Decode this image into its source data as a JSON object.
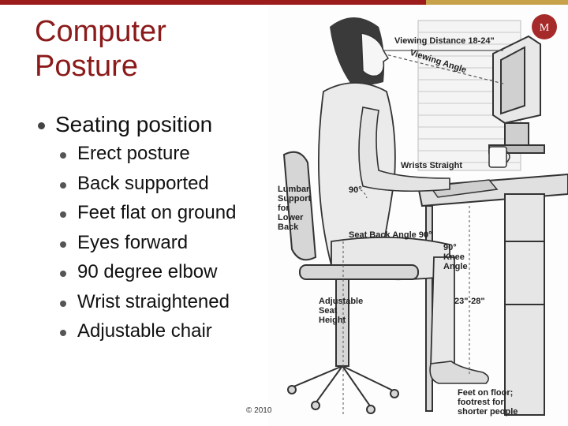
{
  "slide": {
    "title": "Computer\nPosture",
    "main_bullet": "Seating position",
    "sub_bullets": [
      "Erect posture",
      "Back supported",
      "Feet flat on ground",
      "Eyes forward",
      "90 degree elbow",
      "Wrist straightened",
      "Adjustable chair"
    ],
    "copyright": "© 2010"
  },
  "illustration": {
    "viewing_distance": "Viewing Distance 18-24\"",
    "viewing_angle": "Viewing Angle",
    "wrists_straight": "Wrists Straight",
    "lumbar_support": "Lumbar\nSupport\nfor\nLower\nBack",
    "angle_90_elbow": "90°",
    "seat_back_angle": "Seat Back Angle 90°",
    "knee_angle": "90°\nKnee\nAngle",
    "adjustable_seat": "Adjustable\nSeat\nHeight",
    "desk_height": "23\"-28\"",
    "feet_on_floor": "Feet on floor;\nfootrest for\nshorter people"
  },
  "colors": {
    "title": "#8b1a1a",
    "top_bar": "#9c1c1c",
    "top_bar_accent": "#c8a24a",
    "bullet": "#444444"
  }
}
